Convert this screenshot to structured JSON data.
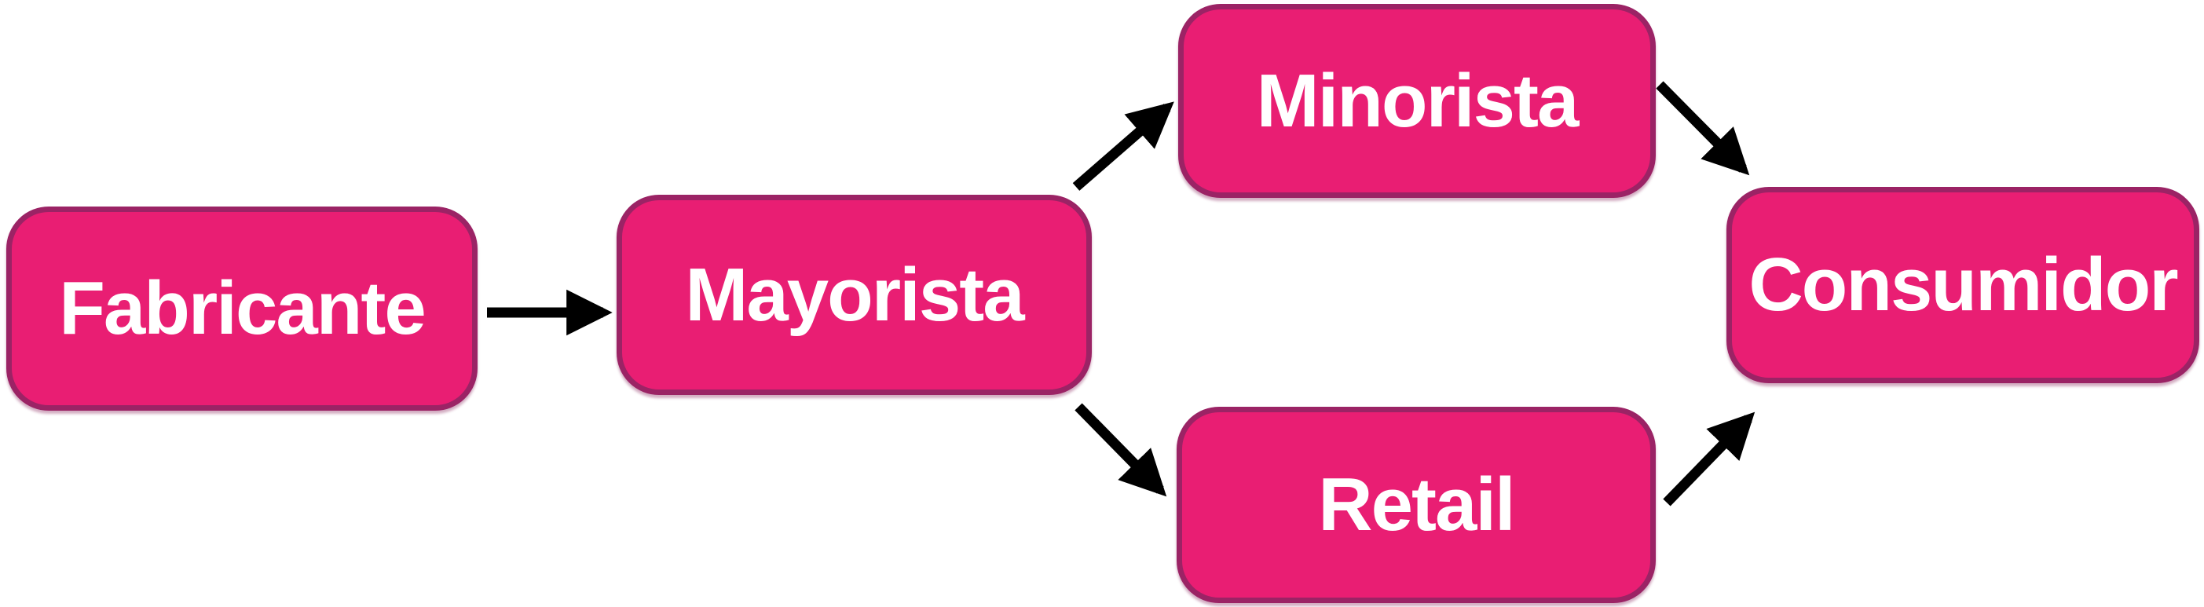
{
  "diagram": {
    "type": "flow-diagram",
    "nodes": [
      {
        "id": "fabricante",
        "label": "Fabricante"
      },
      {
        "id": "mayorista",
        "label": "Mayorista"
      },
      {
        "id": "minorista",
        "label": "Minorista"
      },
      {
        "id": "retail",
        "label": "Retail"
      },
      {
        "id": "consumidor",
        "label": "Consumidor"
      }
    ],
    "edges": [
      {
        "from": "Fabricante",
        "to": "Mayorista"
      },
      {
        "from": "Mayorista",
        "to": "Minorista"
      },
      {
        "from": "Mayorista",
        "to": "Retail"
      },
      {
        "from": "Minorista",
        "to": "Consumidor"
      },
      {
        "from": "Retail",
        "to": "Consumidor"
      }
    ],
    "colors": {
      "node_fill": "#E91E73",
      "node_border": "#9B2365",
      "node_text": "#FFFFFF",
      "arrow": "#000000",
      "background": "#FFFFFF"
    }
  }
}
